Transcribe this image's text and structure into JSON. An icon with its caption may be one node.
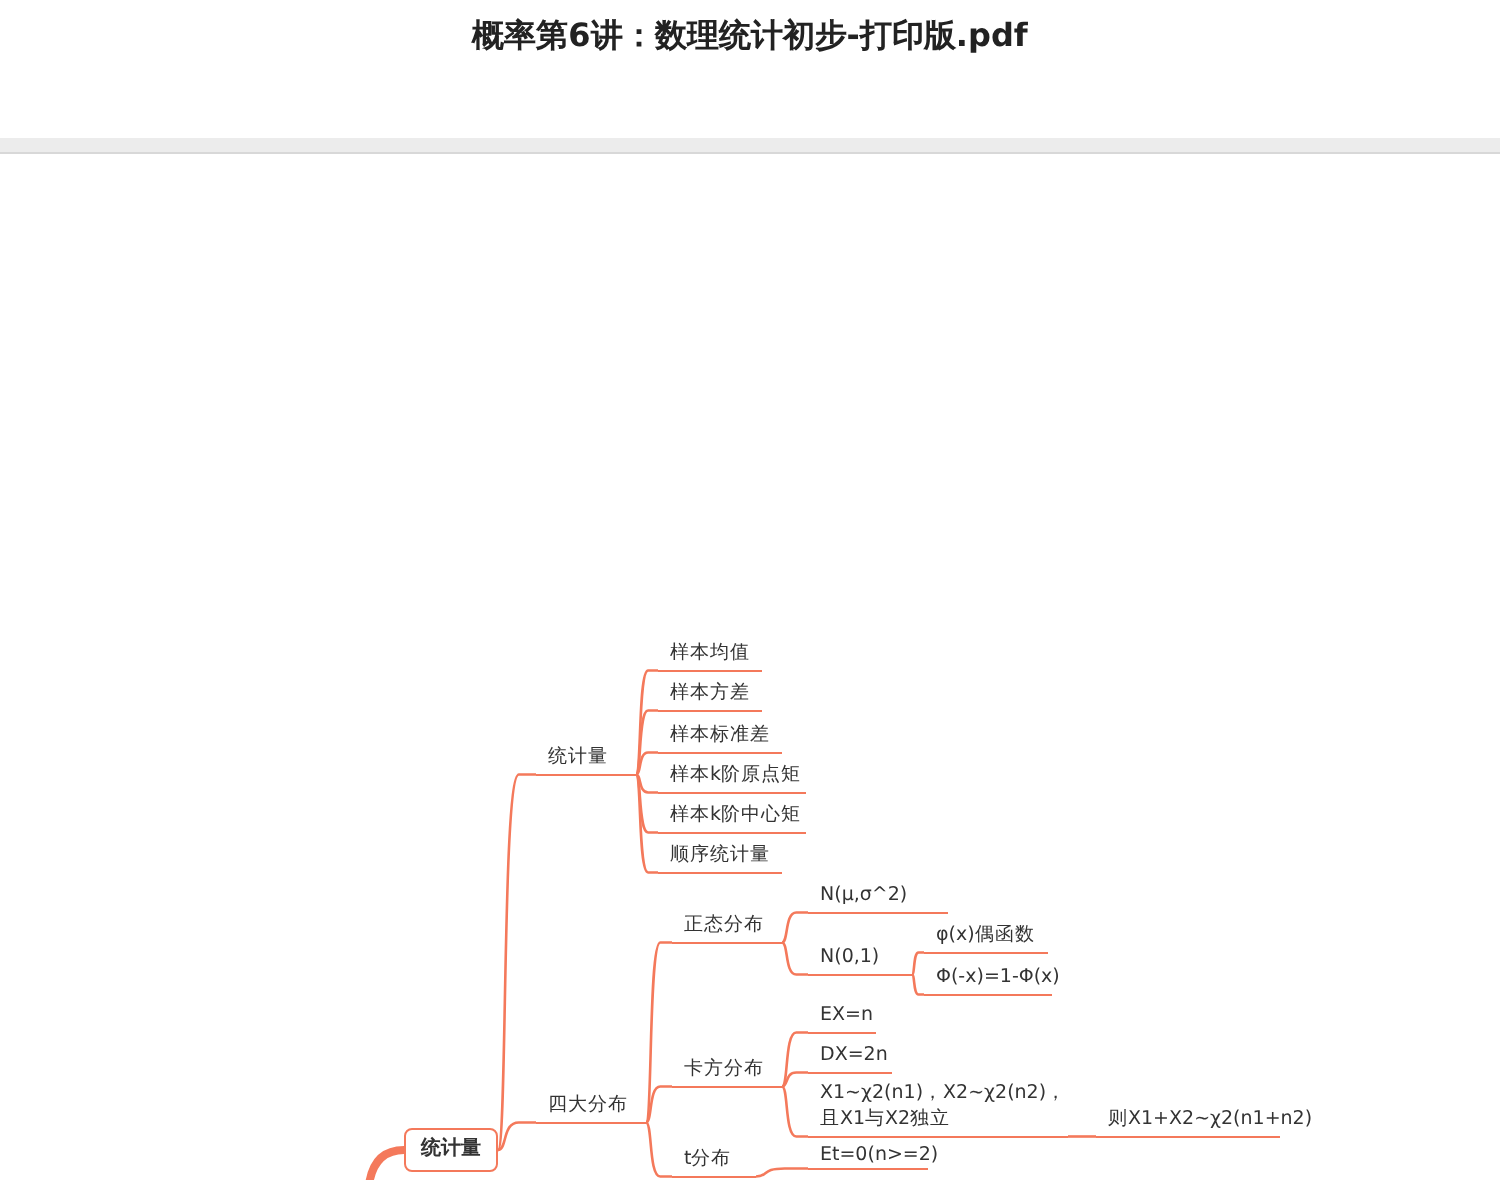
{
  "diagram": {
    "title": "概率第6讲：数理统计初步-打印版.pdf",
    "nodes": [
      {
        "text": [
          "统计量"
        ]
      },
      {
        "text": [
          "统计量"
        ]
      },
      {
        "text": [
          "样本均值"
        ]
      },
      {
        "text": [
          "样本方差"
        ]
      },
      {
        "text": [
          "样本标准差"
        ]
      },
      {
        "text": [
          "样本k阶原点矩"
        ]
      },
      {
        "text": [
          "样本k阶中心矩"
        ]
      },
      {
        "text": [
          "顺序统计量"
        ]
      },
      {
        "text": [
          "四大分布"
        ]
      },
      {
        "text": [
          "正态分布"
        ]
      },
      {
        "text": [
          "N(μ,σ^2)"
        ]
      },
      {
        "text": [
          "N(0,1)"
        ]
      },
      {
        "text": [
          "φ(x)偶函数"
        ]
      },
      {
        "text": [
          "Φ(-x)=1-Φ(x)"
        ]
      },
      {
        "text": [
          "卡方分布"
        ]
      },
      {
        "text": [
          "EX=n"
        ]
      },
      {
        "text": [
          "DX=2n"
        ]
      },
      {
        "text": [
          "X1~χ2(n1)，X2~χ2(n2)，且X1与X2独立"
        ]
      },
      {
        "text": [
          "则X1+X2~χ2(n1+n2)"
        ]
      },
      {
        "text": [
          "t分布"
        ]
      },
      {
        "text": [
          "Et=0(n>=2)"
        ]
      }
    ],
    "edges": [
      {
        "from": null,
        "to": 0,
        "arrow": "none",
        "style": "thick"
      },
      {
        "from": 0,
        "to": 1,
        "arrow": "none"
      },
      {
        "from": 0,
        "to": 8,
        "arrow": "none"
      },
      {
        "from": 1,
        "to": 2,
        "arrow": "none"
      },
      {
        "from": 1,
        "to": 3,
        "arrow": "none"
      },
      {
        "from": 1,
        "to": 4,
        "arrow": "none"
      },
      {
        "from": 1,
        "to": 5,
        "arrow": "none"
      },
      {
        "from": 1,
        "to": 6,
        "arrow": "none"
      },
      {
        "from": 1,
        "to": 7,
        "arrow": "none"
      },
      {
        "from": 8,
        "to": 9,
        "arrow": "none"
      },
      {
        "from": 8,
        "to": 14,
        "arrow": "none"
      },
      {
        "from": 8,
        "to": 19,
        "arrow": "none"
      },
      {
        "from": 9,
        "to": 10,
        "arrow": "none"
      },
      {
        "from": 9,
        "to": 11,
        "arrow": "none"
      },
      {
        "from": 11,
        "to": 12,
        "arrow": "none"
      },
      {
        "from": 11,
        "to": 13,
        "arrow": "none"
      },
      {
        "from": 14,
        "to": 15,
        "arrow": "none"
      },
      {
        "from": 14,
        "to": 16,
        "arrow": "none"
      },
      {
        "from": 14,
        "to": 17,
        "arrow": "none"
      },
      {
        "from": 17,
        "to": 18,
        "arrow": "none"
      },
      {
        "from": 19,
        "to": 20,
        "arrow": "none"
      }
    ]
  }
}
